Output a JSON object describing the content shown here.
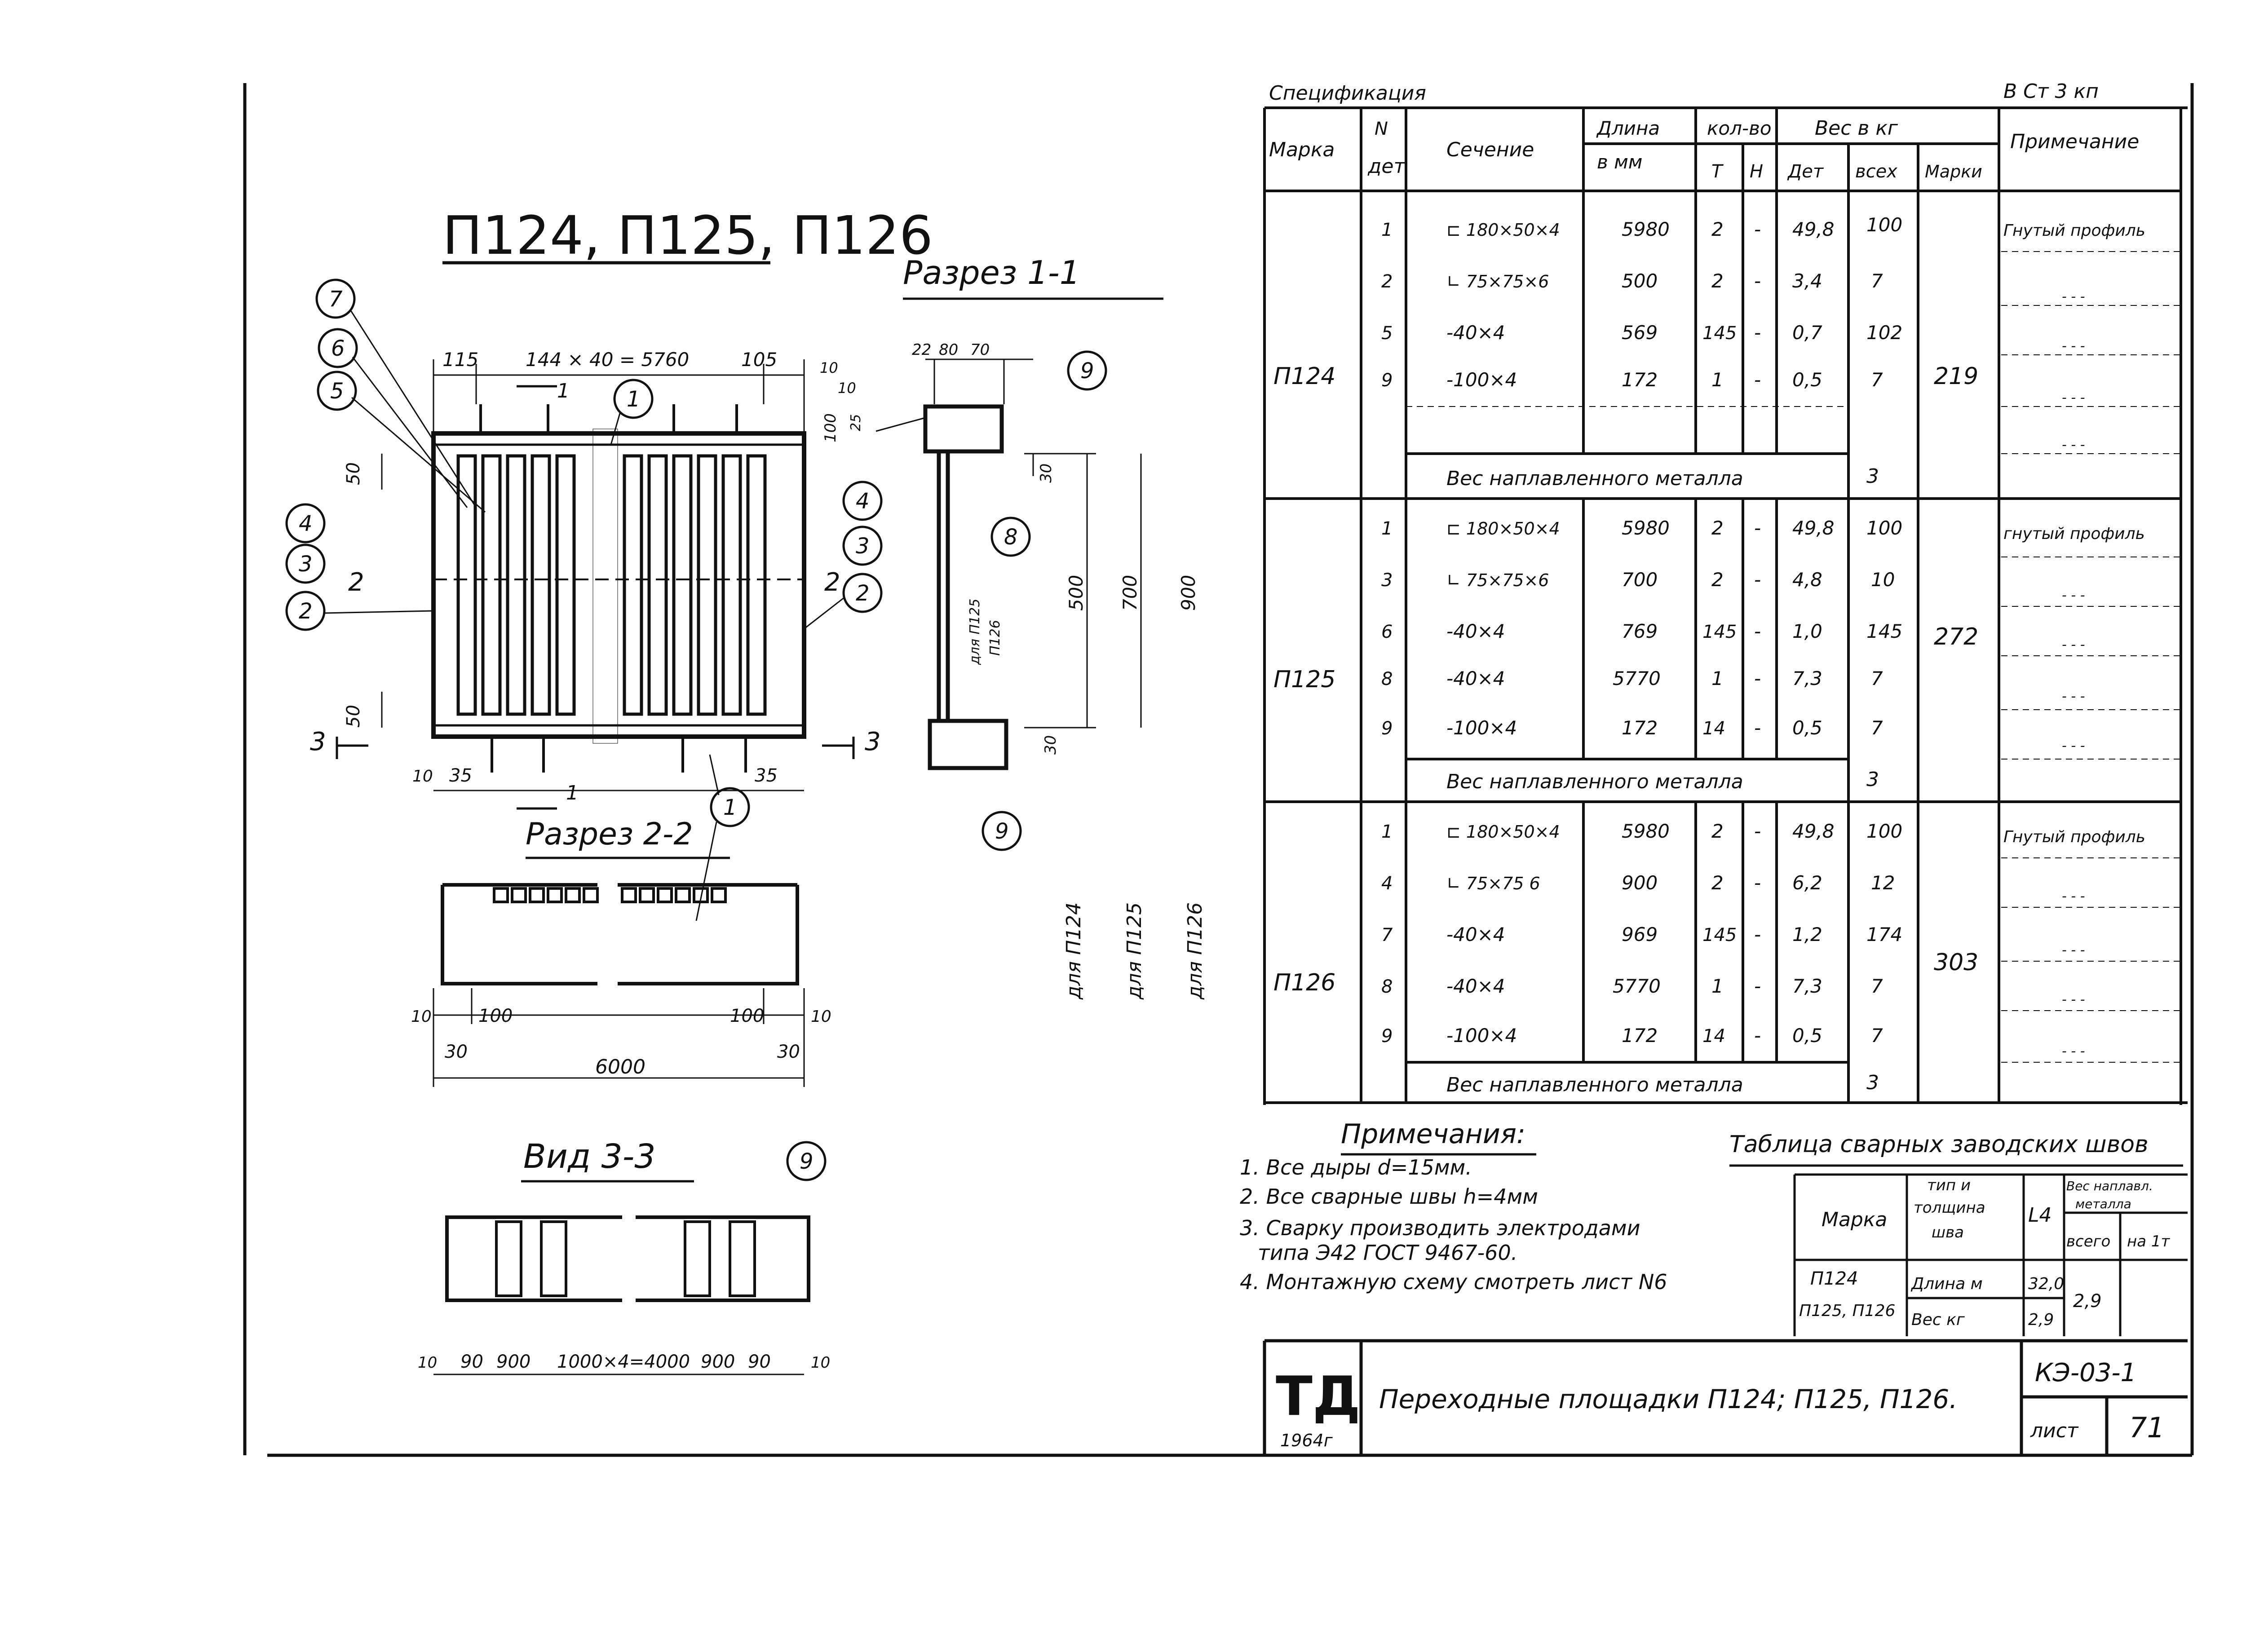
{
  "drawing": {
    "title": "П124, П125, П126",
    "section_1": "Разрез 1-1",
    "section_2": "Разрез 2-2",
    "view_3": "Вид 3-3",
    "plan_dims": {
      "top_left": "115",
      "top_mid": "144 × 40 = 5760",
      "top_right": "105",
      "left_top": "50",
      "left_bottom": "50",
      "bottom_left_10": "10",
      "bottom_35a": "35",
      "bottom_35b": "35"
    },
    "callouts": [
      "7",
      "6",
      "5",
      "4",
      "3",
      "2",
      "1",
      "4",
      "3",
      "2",
      "1",
      "8",
      "9",
      "9",
      "9"
    ],
    "section_marks": {
      "m1": "1",
      "m2": "2",
      "m3": "3"
    },
    "s11_dims": {
      "a": "22",
      "b": "80",
      "c": "70",
      "d": "10",
      "e": "10",
      "f": "100",
      "g": "25",
      "h": "30",
      "i": "30",
      "v500": "500",
      "v700": "700",
      "v900": "900",
      "plate_label_1": "для П125",
      "plate_label_2": "П126"
    },
    "s11_side_labels": [
      "для П124",
      "для П125",
      "для П126"
    ],
    "s22_dims": {
      "a": "10",
      "b": "100",
      "c": "100",
      "d": "10",
      "e": "30",
      "f": "30",
      "total": "6000"
    },
    "v33_dims": {
      "a": "10",
      "b": "90",
      "c": "900",
      "d": "1000×4=4000",
      "e": "900",
      "f": "90",
      "g": "10"
    }
  },
  "spec": {
    "title": "Спецификация",
    "material": "В Ст 3 кп",
    "headers": {
      "marka": "Марка",
      "ndet": [
        "N",
        "дет"
      ],
      "section": "Сечение",
      "length": [
        "Длина",
        "в мм"
      ],
      "qty": "кол-во",
      "qty_t": "Т",
      "qty_n": "Н",
      "weight": "Вес в кг",
      "w_det": "Дет",
      "w_all": "всех",
      "w_mark": "Марки",
      "note": "Примечание"
    },
    "groups": [
      {
        "mark": "П124",
        "total": "219",
        "rows": [
          {
            "n": "1",
            "sec": "⊏ 180×50×4",
            "len": "5980",
            "t": "2",
            "h": "-",
            "det": "49,8",
            "all": "100",
            "note": "Гнутый профиль"
          },
          {
            "n": "2",
            "sec": "∟ 75×75×6",
            "len": "500",
            "t": "2",
            "h": "-",
            "det": "3,4",
            "all": "7",
            "note": "- - -"
          },
          {
            "n": "5",
            "sec": "-40×4",
            "len": "569",
            "t": "145",
            "h": "-",
            "det": "0,7",
            "all": "102",
            "note": "- - -"
          },
          {
            "n": "9",
            "sec": "-100×4",
            "len": "172",
            "t": "1",
            "h": "-",
            "det": "0,5",
            "all": "7",
            "note": "- - -"
          },
          {
            "n": "",
            "sec": "",
            "len": "",
            "t": "",
            "h": "",
            "det": "",
            "all": "",
            "note": "- - -"
          }
        ],
        "weld_label": "Вес наплавленного металла",
        "weld": "3"
      },
      {
        "mark": "П125",
        "total": "272",
        "rows": [
          {
            "n": "1",
            "sec": "⊏ 180×50×4",
            "len": "5980",
            "t": "2",
            "h": "-",
            "det": "49,8",
            "all": "100",
            "note": "гнутый профиль"
          },
          {
            "n": "3",
            "sec": "∟ 75×75×6",
            "len": "700",
            "t": "2",
            "h": "-",
            "det": "4,8",
            "all": "10",
            "note": "- - -"
          },
          {
            "n": "6",
            "sec": "-40×4",
            "len": "769",
            "t": "145",
            "h": "-",
            "det": "1,0",
            "all": "145",
            "note": "- - -"
          },
          {
            "n": "8",
            "sec": "-40×4",
            "len": "5770",
            "t": "1",
            "h": "-",
            "det": "7,3",
            "all": "7",
            "note": "- - -"
          },
          {
            "n": "9",
            "sec": "-100×4",
            "len": "172",
            "t": "14",
            "h": "-",
            "det": "0,5",
            "all": "7",
            "note": "- - -"
          }
        ],
        "weld_label": "Вес наплавленного металла",
        "weld": "3"
      },
      {
        "mark": "П126",
        "total": "303",
        "rows": [
          {
            "n": "1",
            "sec": "⊏ 180×50×4",
            "len": "5980",
            "t": "2",
            "h": "-",
            "det": "49,8",
            "all": "100",
            "note": "Гнутый профиль"
          },
          {
            "n": "4",
            "sec": "∟ 75×75 6",
            "len": "900",
            "t": "2",
            "h": "-",
            "det": "6,2",
            "all": "12",
            "note": "- - -"
          },
          {
            "n": "7",
            "sec": "-40×4",
            "len": "969",
            "t": "145",
            "h": "-",
            "det": "1,2",
            "all": "174",
            "note": "- - -"
          },
          {
            "n": "8",
            "sec": "-40×4",
            "len": "5770",
            "t": "1",
            "h": "-",
            "det": "7,3",
            "all": "7",
            "note": "- - -"
          },
          {
            "n": "9",
            "sec": "-100×4",
            "len": "172",
            "t": "14",
            "h": "-",
            "det": "0,5",
            "all": "7",
            "note": "- - -"
          }
        ],
        "weld_label": "Вес наплавленного металла",
        "weld": "3"
      }
    ]
  },
  "notes": {
    "title": "Примечания:",
    "items": [
      "1. Все дыры d=15мм.",
      "2. Все сварные швы h=4мм",
      "3. Сварку производить электродами",
      "типа Э42 ГОСТ 9467-60.",
      "4. Монтажную схему смотреть лист N6"
    ]
  },
  "weld_table": {
    "title": "Таблица сварных заводских швов",
    "h_marka": "Марка",
    "h_type": [
      "тип и",
      "толщина",
      "шва"
    ],
    "h_l4": "L4",
    "h_weight": [
      "Вес наплавл.",
      "металла"
    ],
    "h_all": "всего",
    "h_per": "на 1т",
    "row_mark_1": "П124",
    "row_mark_2": "П125, П126",
    "len_label": "Длина м",
    "len_val": "32,0",
    "w_label": "Вес кг",
    "w_val": "2,9",
    "per_val": "2,9"
  },
  "stamp": {
    "logo": "ТД",
    "year": "1964г",
    "title": "Переходные площадки П124; П125, П126.",
    "code": "КЭ-03-1",
    "sheet_label": "лист",
    "sheet_no": "71"
  }
}
